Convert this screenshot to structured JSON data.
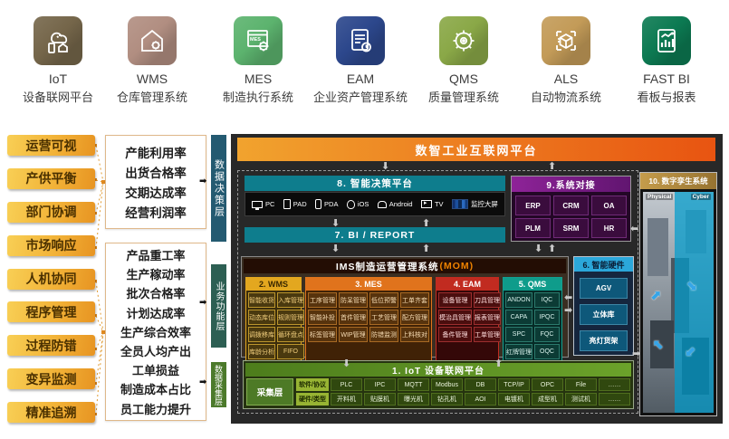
{
  "icons_row": {
    "items": [
      {
        "abbr": "IoT",
        "name": "设备联网平台",
        "color": "#75664a"
      },
      {
        "abbr": "WMS",
        "name": "仓库管理系统",
        "color": "#b18e81"
      },
      {
        "abbr": "MES",
        "name": "制造执行系统",
        "color": "#5cb36e",
        "icon_text": "MES"
      },
      {
        "abbr": "EAM",
        "name": "企业资产管理系统",
        "color": "#2c478c"
      },
      {
        "abbr": "QMS",
        "name": "质量管理系统",
        "color": "#8aa847"
      },
      {
        "abbr": "ALS",
        "name": "自动物流系统",
        "color": "#c39b58"
      },
      {
        "abbr": "FAST BI",
        "name": "看板与报表",
        "color": "#0c7a52"
      }
    ]
  },
  "left_panel": {
    "goals": [
      "运营可视",
      "产供平衡",
      "部门协调",
      "市场响应",
      "人机协同",
      "程序管理",
      "过程防错",
      "变异监测",
      "精准追溯"
    ],
    "kpi_top": [
      "产能利用率",
      "出货合格率",
      "交期达成率",
      "经营利润率"
    ],
    "kpi_bottom": [
      "产品重工率",
      "生产稼动率",
      "批次合格率",
      "计划达成率",
      "生产综合效率",
      "全员人均产出",
      "工单损益",
      "制造成本占比",
      "员工能力提升"
    ]
  },
  "layer_labels": {
    "decision": {
      "label": "数据决策层",
      "color": "#245a71"
    },
    "business": {
      "label": "业务功能层",
      "color": "#2d5f53"
    },
    "collection": {
      "label": "数据采集层",
      "color": "#4c7a2b"
    }
  },
  "platform": {
    "banner": "数智工业互联网平台",
    "decision": {
      "title": "8. 智能决策平台",
      "devices": [
        "PC",
        "PAD",
        "PDA",
        "iOS",
        "Android",
        "TV",
        "监控大屏"
      ]
    },
    "integration": {
      "title": "9.系统对接",
      "systems": [
        "ERP",
        "CRM",
        "OA",
        "PLM",
        "SRM",
        "HR"
      ]
    },
    "bi_bar": "7. BI / REPORT",
    "mom": {
      "title": "IMS制造运营管理系统",
      "suffix": "(MOM)",
      "suffix_color": "#f08300"
    },
    "wms": {
      "title": "2. WMS",
      "items": [
        "智能收货",
        "入库管理",
        "动态库位",
        "规则管理",
        "调拨移库",
        "循环盘点",
        "库龄分析",
        "FIFO"
      ]
    },
    "mes": {
      "title": "3. MES",
      "items": [
        "工序管理",
        "防呆管理",
        "低位预警",
        "工单齐套",
        "智能补投",
        "首件管理",
        "工艺管理",
        "配方管理",
        "标签管理",
        "WIP管理",
        "防错监测",
        "上料核对"
      ]
    },
    "eam": {
      "title": "4. EAM",
      "items": [
        "设备管理",
        "刀具管理",
        "模治具管理",
        "报表管理",
        "备件管理",
        "工单管理"
      ]
    },
    "qms": {
      "title": "5. QMS",
      "items": [
        "ANDON",
        "IQC",
        "CAPA",
        "IPQC",
        "SPC",
        "FQC",
        "红牌管理",
        "OQC"
      ]
    },
    "hardware": {
      "title": "6. 智能硬件",
      "items": [
        "AGV",
        "立体库",
        "亮灯货架"
      ]
    },
    "iot": {
      "title": "1. IoT 设备联网平台",
      "collector": "采集层",
      "software_label": "软件/协议",
      "software": [
        "PLC",
        "IPC",
        "MQTT",
        "Modbus",
        "DB",
        "TCP/IP",
        "OPC",
        "File",
        "……"
      ],
      "hardware_label": "硬件/类型",
      "hardware": [
        "开料机",
        "贴膜机",
        "曝光机",
        "钻孔机",
        "AOI",
        "电镀机",
        "成型机",
        "测试机",
        "……"
      ]
    },
    "twin": {
      "title": "10. 数字孪生系统",
      "physical_label": "Physical",
      "cyber_label": "Cyber"
    }
  }
}
